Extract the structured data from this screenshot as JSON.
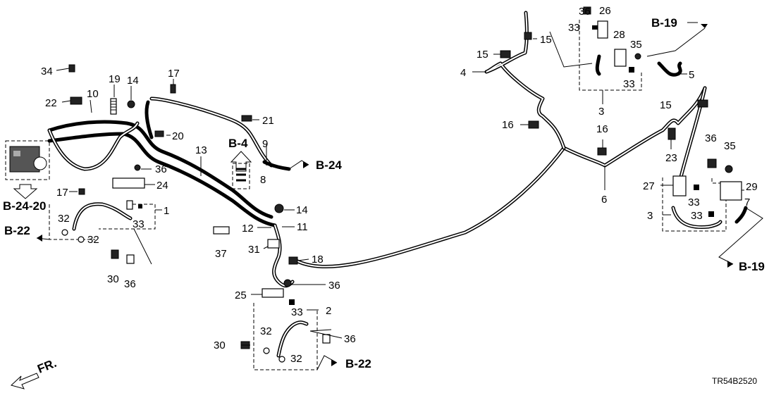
{
  "diagram": {
    "code": "TR54B2520",
    "front_label": "FR.",
    "refs": {
      "b19_top": "B-19",
      "b19_right": "B-19",
      "b24": "B-24",
      "b24_20": "B-24-20",
      "b22_left": "B-22",
      "b22_bottom": "B-22",
      "b4": "B-4"
    },
    "callouts": {
      "c1": "1",
      "c2": "2",
      "c3a": "3",
      "c3b": "3",
      "c4": "4",
      "c5": "5",
      "c6": "6",
      "c7": "7",
      "c8": "8",
      "c9": "9",
      "c10": "10",
      "c11": "11",
      "c12": "12",
      "c13": "13",
      "c14a": "14",
      "c14b": "14",
      "c15a": "15",
      "c15b": "15",
      "c15c": "15",
      "c16a": "16",
      "c16b": "16",
      "c17a": "17",
      "c17b": "17",
      "c18": "18",
      "c19": "19",
      "c20": "20",
      "c21": "21",
      "c22": "22",
      "c23": "23",
      "c24": "24",
      "c25": "25",
      "c26": "26",
      "c27": "27",
      "c28": "28",
      "c29": "29",
      "c30a": "30",
      "c30b": "30",
      "c31": "31",
      "c32a": "32",
      "c32b": "32",
      "c32c": "32",
      "c32d": "32",
      "c33a": "33",
      "c33b": "33",
      "c33c": "33",
      "c33d": "33",
      "c33e": "33",
      "c33f": "33",
      "c34": "34",
      "c35a": "35",
      "c35b": "35",
      "c36a": "36",
      "c36b": "36",
      "c36c": "36",
      "c36d": "36",
      "c36e": "36",
      "c36f": "36",
      "c37": "37"
    }
  }
}
